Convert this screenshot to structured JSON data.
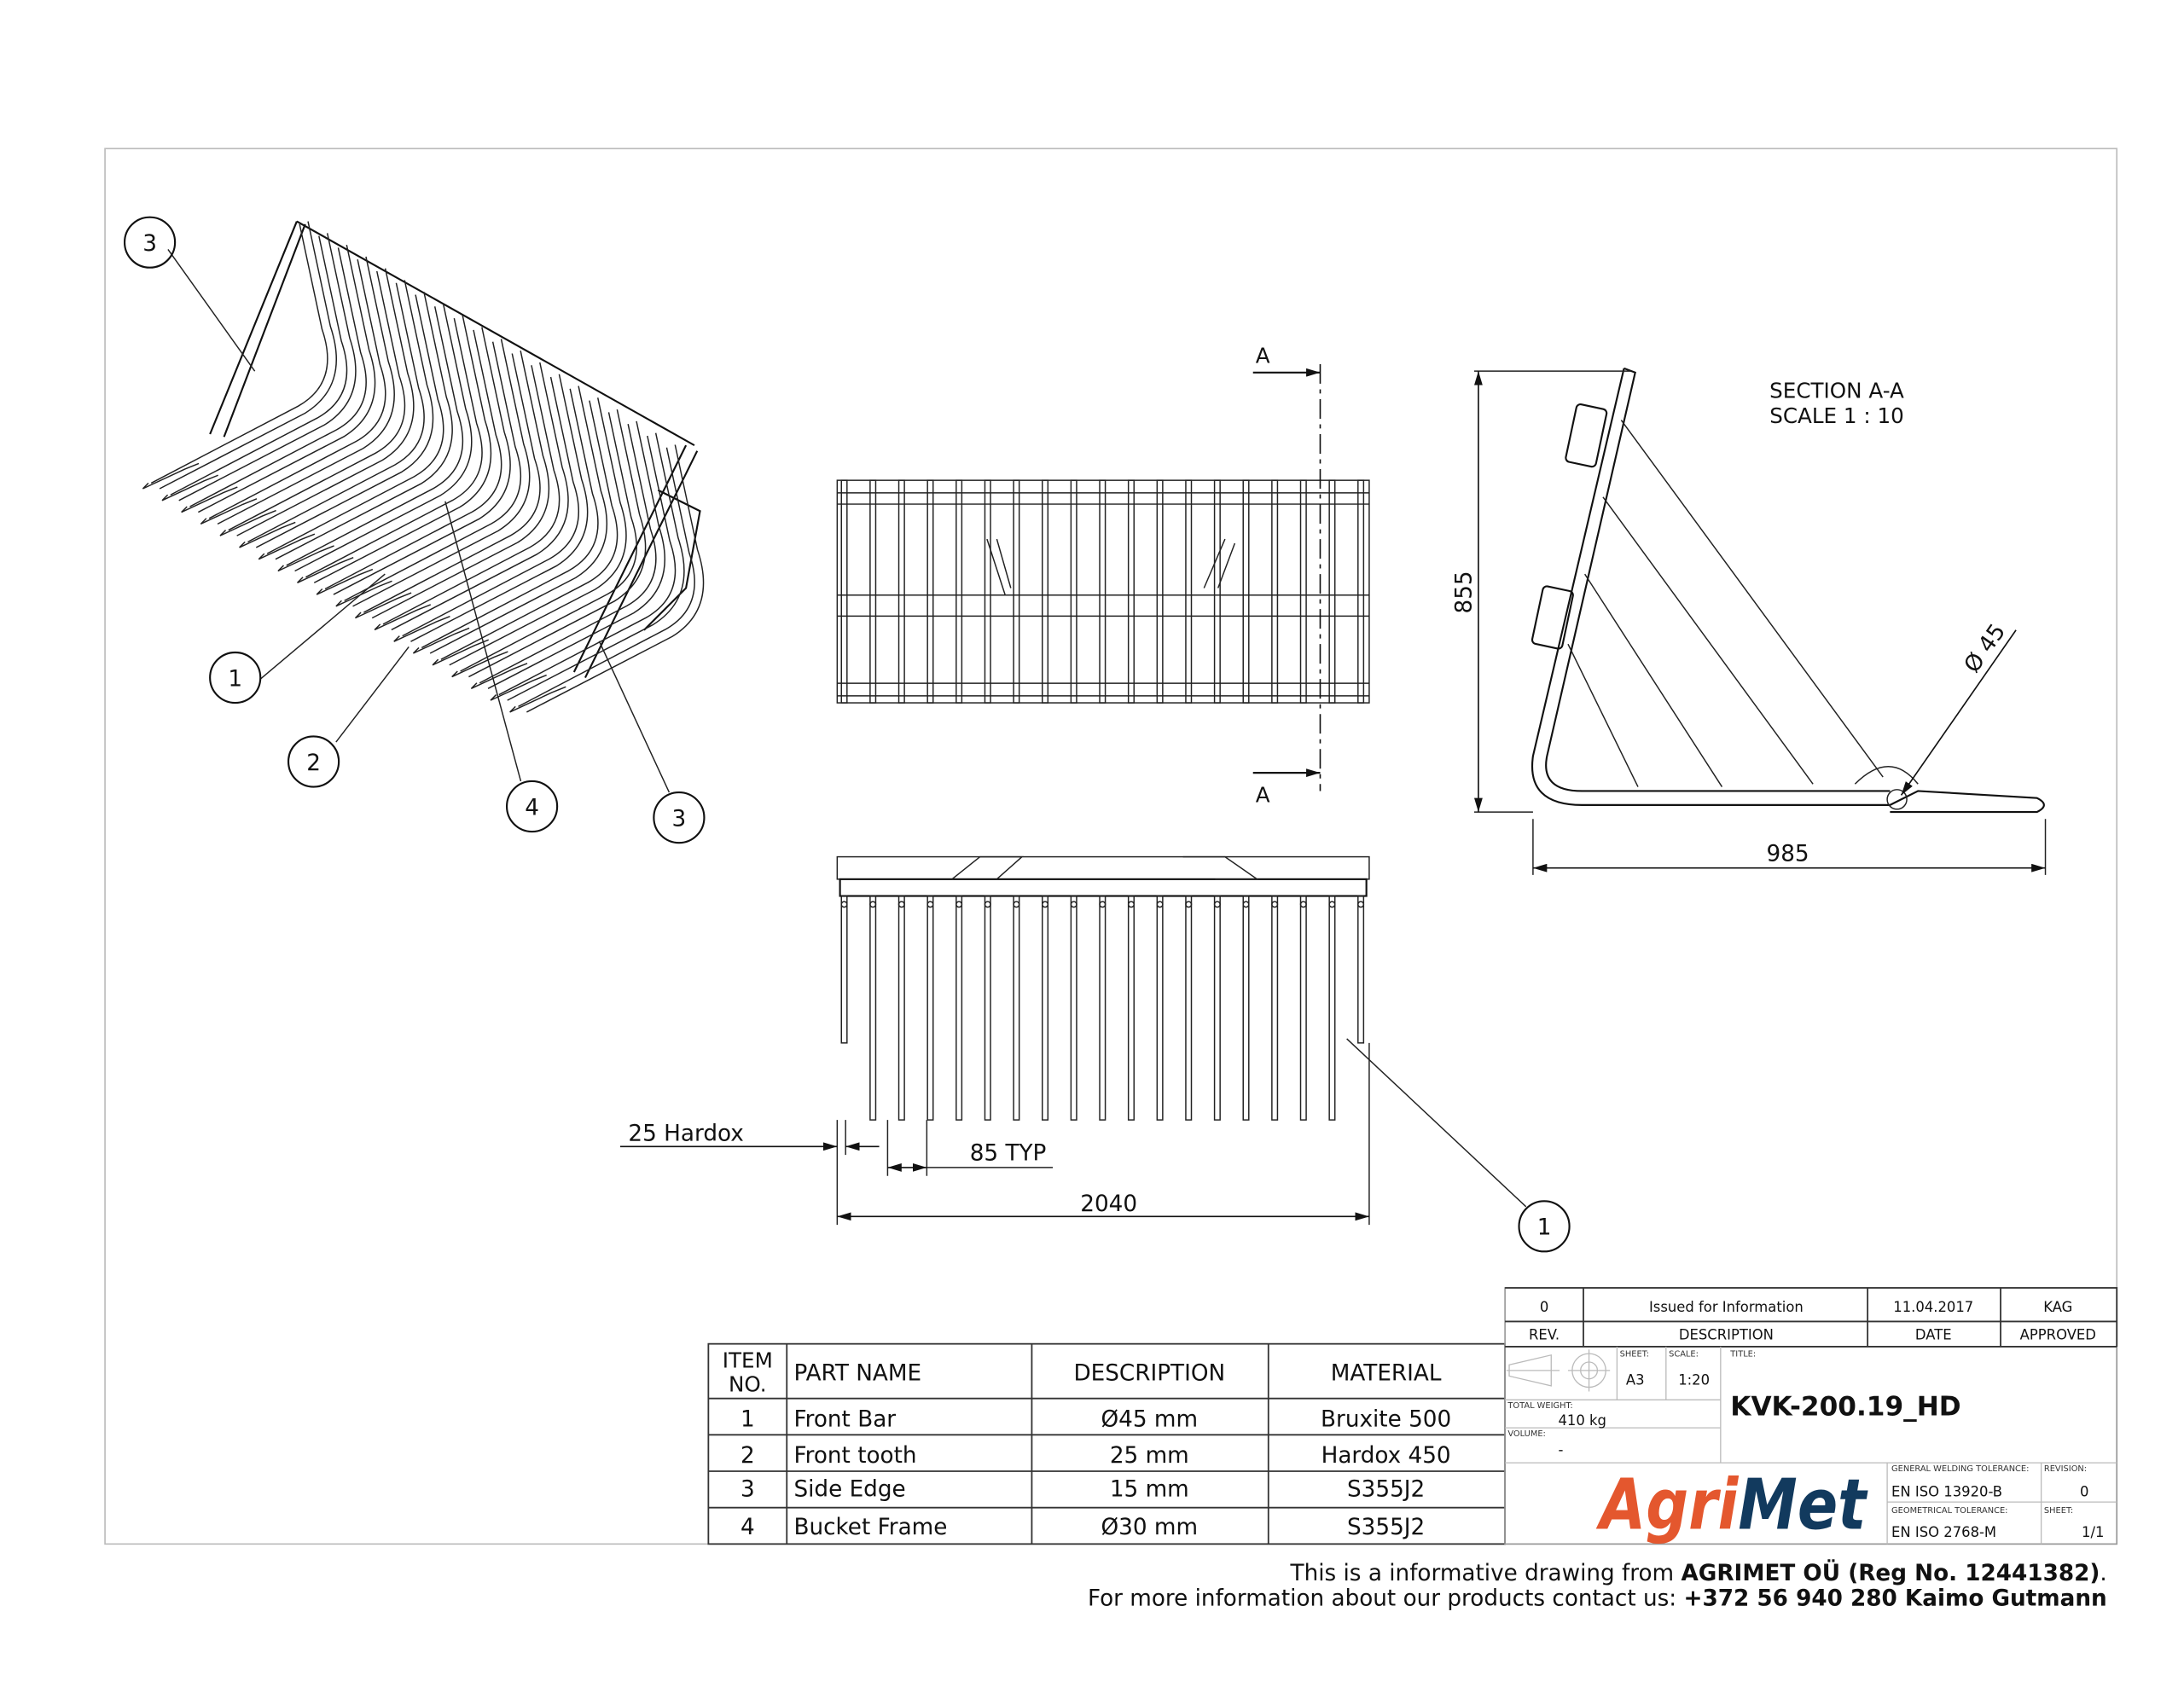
{
  "views": {
    "balloons_iso": [
      "3",
      "1",
      "2",
      "4",
      "3"
    ],
    "balloon_bottom": "1",
    "section_marker": "A",
    "section_title": "SECTION A-A",
    "section_scale": "SCALE 1 : 10",
    "dim_height": "855",
    "dim_depth": "985",
    "dim_bar": "Ø 45",
    "dim_width": "2040",
    "dim_pitch": "85 TYP",
    "dim_tooth": "25 Hardox"
  },
  "bom": {
    "headers": {
      "item_line1": "ITEM",
      "item_line2": "NO.",
      "part": "PART NAME",
      "desc": "DESCRIPTION",
      "mat": "MATERIAL"
    },
    "rows": [
      {
        "item": "1",
        "part": "Front Bar",
        "desc": "Ø45 mm",
        "mat": "Bruxite 500"
      },
      {
        "item": "2",
        "part": "Front tooth",
        "desc": "25 mm",
        "mat": "Hardox 450"
      },
      {
        "item": "3",
        "part": "Side Edge",
        "desc": "15 mm",
        "mat": "S355J2"
      },
      {
        "item": "4",
        "part": "Bucket Frame",
        "desc": "Ø30 mm",
        "mat": "S355J2"
      }
    ]
  },
  "title_block": {
    "rev": "0",
    "rev_desc": "Issued for Information",
    "date": "11.04.2017",
    "approved": "KAG",
    "rev_label": "REV.",
    "desc_label": "DESCRIPTION",
    "date_label": "DATE",
    "approved_label": "APPROVED",
    "sheet_label": "SHEET:",
    "sheet_size": "A3",
    "scale_label": "SCALE:",
    "scale": "1:20",
    "title_label": "TITLE:",
    "title": "KVK-200.19_HD",
    "weight_label": "TOTAL WEIGHT:",
    "weight": "410 kg",
    "volume_label": "VOLUME:",
    "volume": "-",
    "welding_label": "GENERAL WELDING TOLERANCE:",
    "welding": "EN ISO 13920-B",
    "geo_label": "GEOMETRICAL TOLERANCE:",
    "geo": "EN ISO 2768-M",
    "revision_label": "REVISION:",
    "revision": "0",
    "sheetno_label": "SHEET:",
    "sheetno": "1/1",
    "logo_part1": "Agri",
    "logo_part2": "Met",
    "logo_colors": {
      "orange": "#e4572e",
      "navy": "#123a5e"
    }
  },
  "footer": {
    "line1_prefix": "This is a informative drawing from ",
    "line1_bold": "AGRIMET OÜ (Reg No. 12441382)",
    "line1_suffix": ".",
    "line2_prefix": "For more information about our products contact us: ",
    "line2_bold": "+372 56 940 280 Kaimo Gutmann"
  }
}
